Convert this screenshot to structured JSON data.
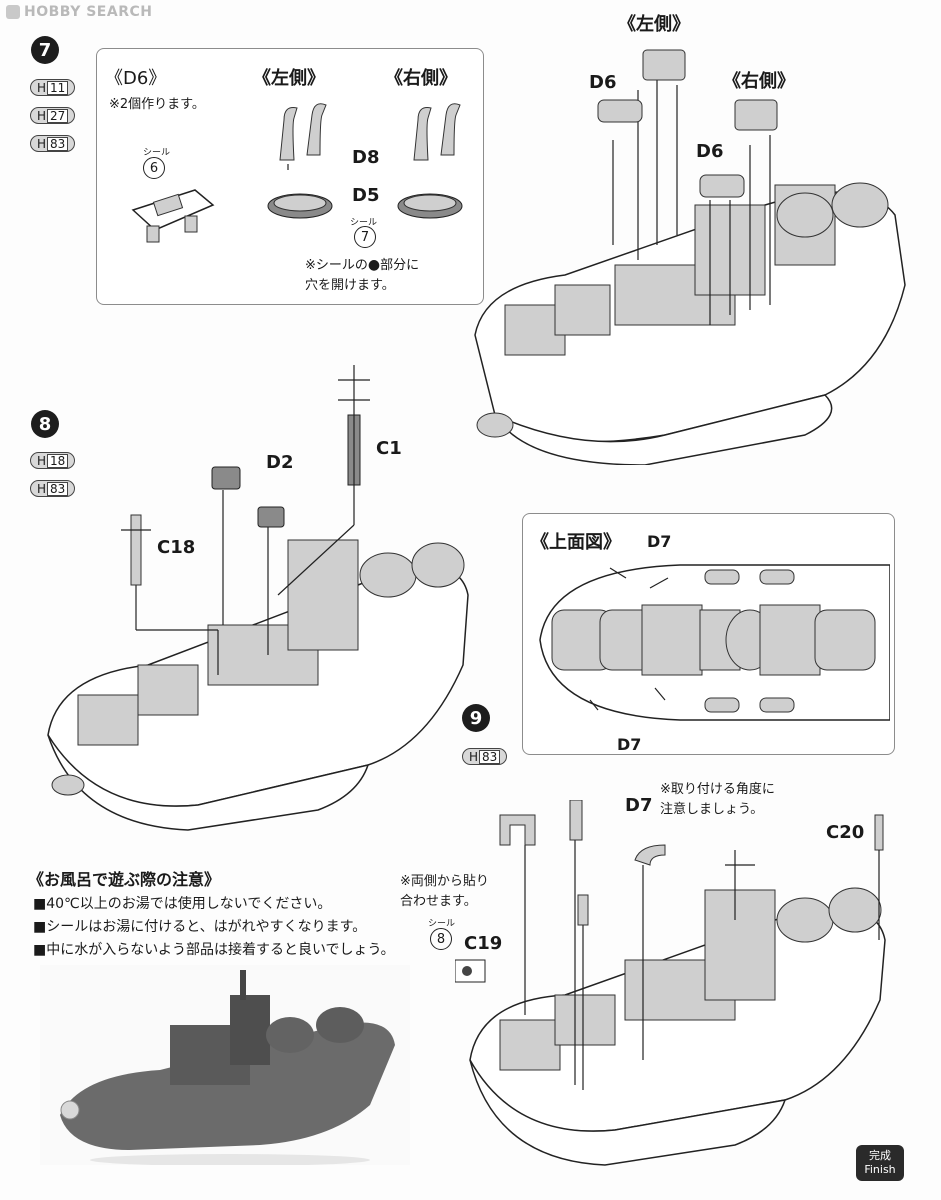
{
  "watermark": "HOBBY SEARCH",
  "step7": {
    "number": "7",
    "pills": [
      "H",
      "11",
      "H",
      "27",
      "H",
      "83"
    ],
    "d6_title": "《D6》",
    "d6_note": "※2個作ります。",
    "left_side": "《左側》",
    "right_side": "《右側》",
    "d8": "D8",
    "d5": "D5",
    "seal_label": "シール",
    "seal6": "6",
    "seal7": "7",
    "hole_note_1": "※シールの",
    "hole_note_2": "部分に",
    "hole_note_3": "穴を開けます。",
    "top_left_side": "《左側》",
    "top_right_side": "《右側》",
    "d6_a": "D6",
    "d6_b": "D6"
  },
  "step8": {
    "number": "8",
    "pills": [
      "H",
      "18",
      "H",
      "83"
    ],
    "c1": "C1",
    "d2": "D2",
    "c18": "C18"
  },
  "topview": {
    "title": "《上面図》",
    "d7_top": "D7",
    "d7_bottom": "D7"
  },
  "step9": {
    "number": "9",
    "pills": [
      "H",
      "83"
    ],
    "d7": "D7",
    "angle_note_1": "※取り付ける角度に",
    "angle_note_2": "注意しましょう。",
    "c20": "C20",
    "both_sides_1": "※両側から貼り",
    "both_sides_2": "合わせます。",
    "seal_label": "シール",
    "seal8": "8",
    "c19": "C19"
  },
  "caution": {
    "title": "《お風呂で遊ぶ際の注意》",
    "items": [
      "■40℃以上のお湯では使用しないでください。",
      "■シールはお湯に付けると、はがれやすくなります。",
      "■中に水が入らないよう部品は接着すると良いでしょう。"
    ]
  },
  "finish": {
    "ja": "完成",
    "en": "Finish"
  }
}
